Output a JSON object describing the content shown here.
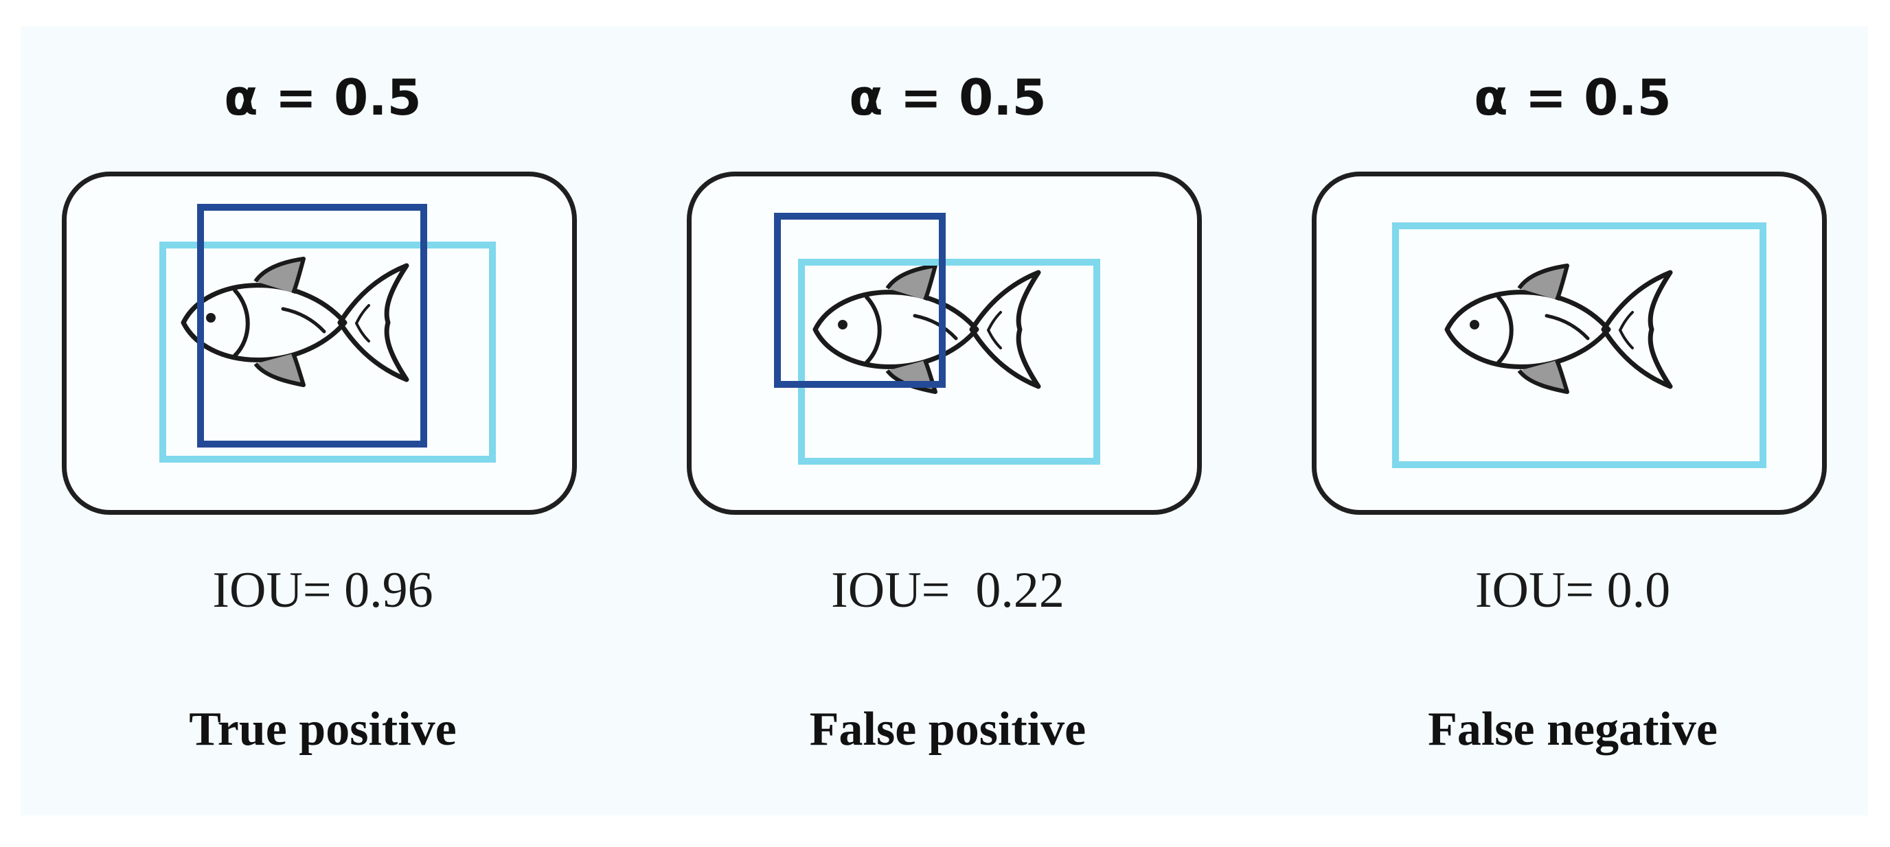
{
  "panels": [
    {
      "alpha": "α = 0.5",
      "iou": "IOU= 0.96",
      "result": "True positive",
      "ground_truth_color": "#7fd8ec",
      "prediction_color": "#234a96",
      "has_prediction": true
    },
    {
      "alpha": "α = 0.5",
      "iou": "IOU=  0.22",
      "result": "False positive",
      "ground_truth_color": "#7fd8ec",
      "prediction_color": "#234a96",
      "has_prediction": true
    },
    {
      "alpha": "α = 0.5",
      "iou": "IOU= 0.0",
      "result": "False negative",
      "ground_truth_color": "#7fd8ec",
      "prediction_color": "#234a96",
      "has_prediction": false
    }
  ],
  "icon": "fish-icon"
}
